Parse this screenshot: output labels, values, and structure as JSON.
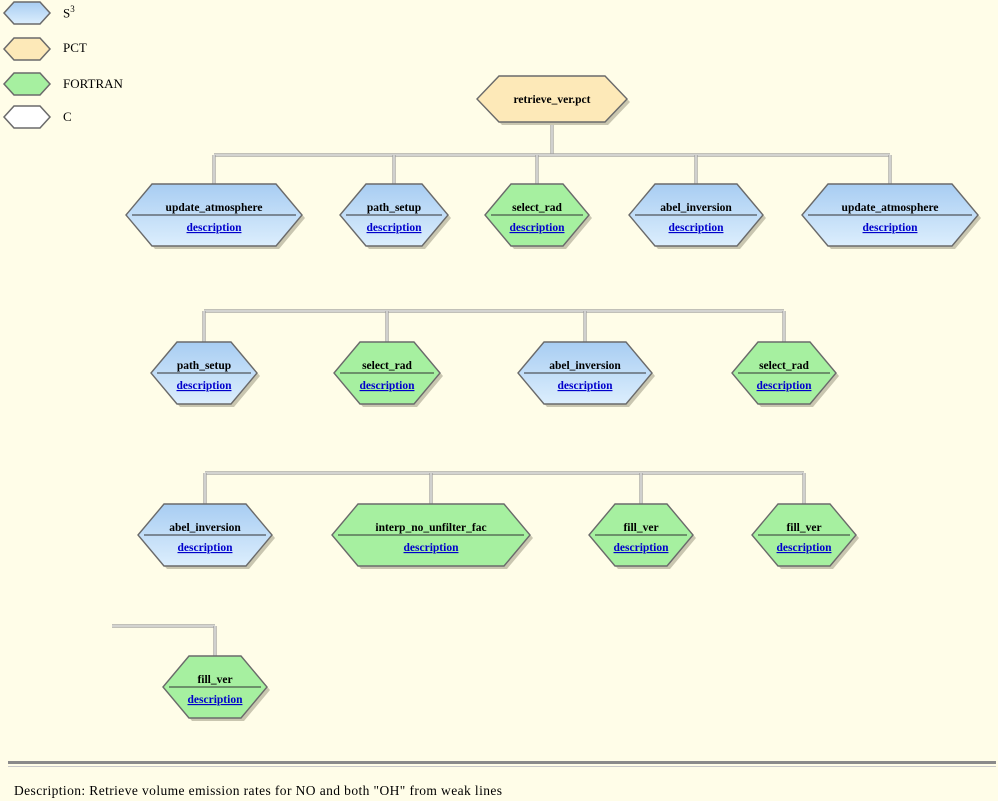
{
  "legend": [
    {
      "label": "S",
      "sup": "3",
      "color": "s3"
    },
    {
      "label": "PCT",
      "color": "pct"
    },
    {
      "label": "FORTRAN",
      "color": "fortran"
    },
    {
      "label": "C",
      "color": "c"
    }
  ],
  "colors": {
    "s3_top": "#a8cdf2",
    "s3_bot": "#dceefd",
    "pct": "#fde9b8",
    "fortran": "#a6f0a0",
    "c": "#ffffff",
    "outline": "#6a6a6a",
    "connector": "#a8a8a8",
    "link": "#0000cc",
    "background": "#fffde8"
  },
  "root": {
    "label": "retrieve_ver.pct",
    "type": "pct"
  },
  "rows": [
    [
      {
        "label": "update_atmosphere",
        "link": "description",
        "type": "s3"
      },
      {
        "label": "path_setup",
        "link": "description",
        "type": "s3"
      },
      {
        "label": "select_rad",
        "link": "description",
        "type": "fortran"
      },
      {
        "label": "abel_inversion",
        "link": "description",
        "type": "s3"
      },
      {
        "label": "update_atmosphere",
        "link": "description",
        "type": "s3"
      }
    ],
    [
      {
        "label": "path_setup",
        "link": "description",
        "type": "s3"
      },
      {
        "label": "select_rad",
        "link": "description",
        "type": "fortran"
      },
      {
        "label": "abel_inversion",
        "link": "description",
        "type": "s3"
      },
      {
        "label": "select_rad",
        "link": "description",
        "type": "fortran"
      }
    ],
    [
      {
        "label": "abel_inversion",
        "link": "description",
        "type": "s3"
      },
      {
        "label": "interp_no_unfilter_fac",
        "link": "description",
        "type": "fortran"
      },
      {
        "label": "fill_ver",
        "link": "description",
        "type": "fortran"
      },
      {
        "label": "fill_ver",
        "link": "description",
        "type": "fortran"
      }
    ],
    [
      {
        "label": "fill_ver",
        "link": "description",
        "type": "fortran"
      }
    ]
  ],
  "footer": {
    "description": "Description:  Retrieve volume emission rates for NO and both \"OH\" from weak lines"
  }
}
